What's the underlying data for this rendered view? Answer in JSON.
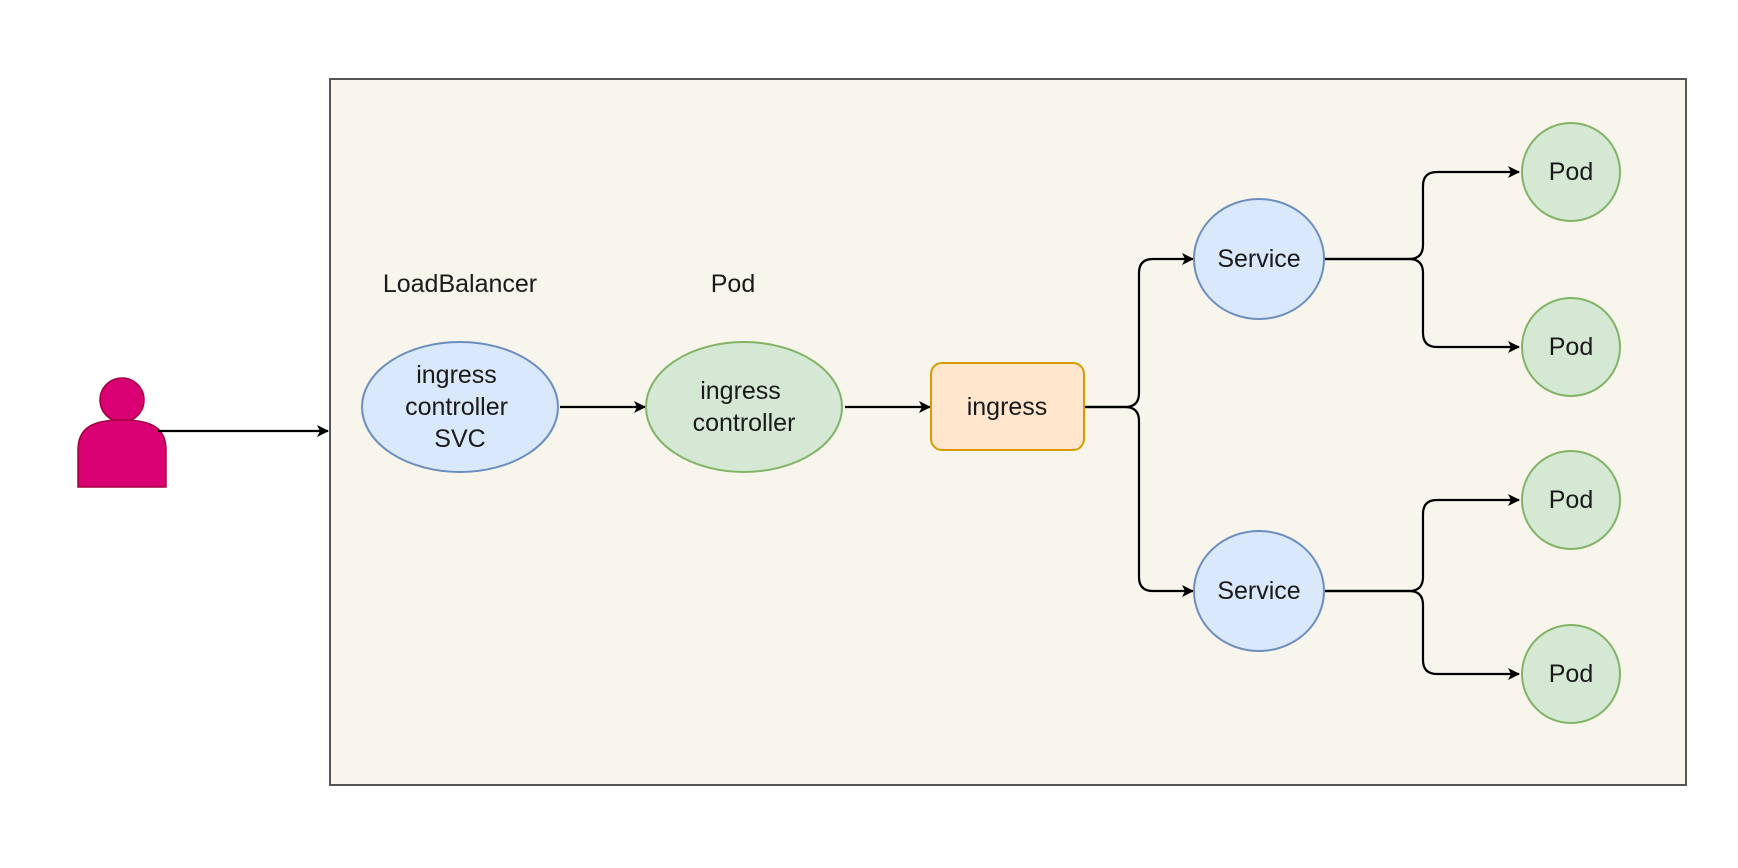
{
  "diagram": {
    "labels": {
      "load_balancer": "LoadBalancer",
      "pod_header": "Pod"
    },
    "nodes": {
      "ingress_controller_svc": {
        "lines": [
          "ingress",
          "controller",
          "SVC"
        ]
      },
      "ingress_controller": {
        "lines": [
          "ingress",
          "controller"
        ]
      },
      "ingress": {
        "text": "ingress"
      },
      "service_top": {
        "text": "Service"
      },
      "service_bottom": {
        "text": "Service"
      },
      "pod_1": {
        "text": "Pod"
      },
      "pod_2": {
        "text": "Pod"
      },
      "pod_3": {
        "text": "Pod"
      },
      "pod_4": {
        "text": "Pod"
      }
    },
    "colors": {
      "cluster_fill": "#f8f5ec",
      "cluster_stroke": "#555555",
      "blue_fill": "#dae8fc",
      "blue_stroke": "#6c8ebf",
      "green_fill": "#d5e8d4",
      "green_stroke": "#82b366",
      "orange_fill": "#ffe6cc",
      "orange_stroke": "#d79b00",
      "user_fill": "#d80073",
      "user_stroke": "#a50040"
    }
  }
}
